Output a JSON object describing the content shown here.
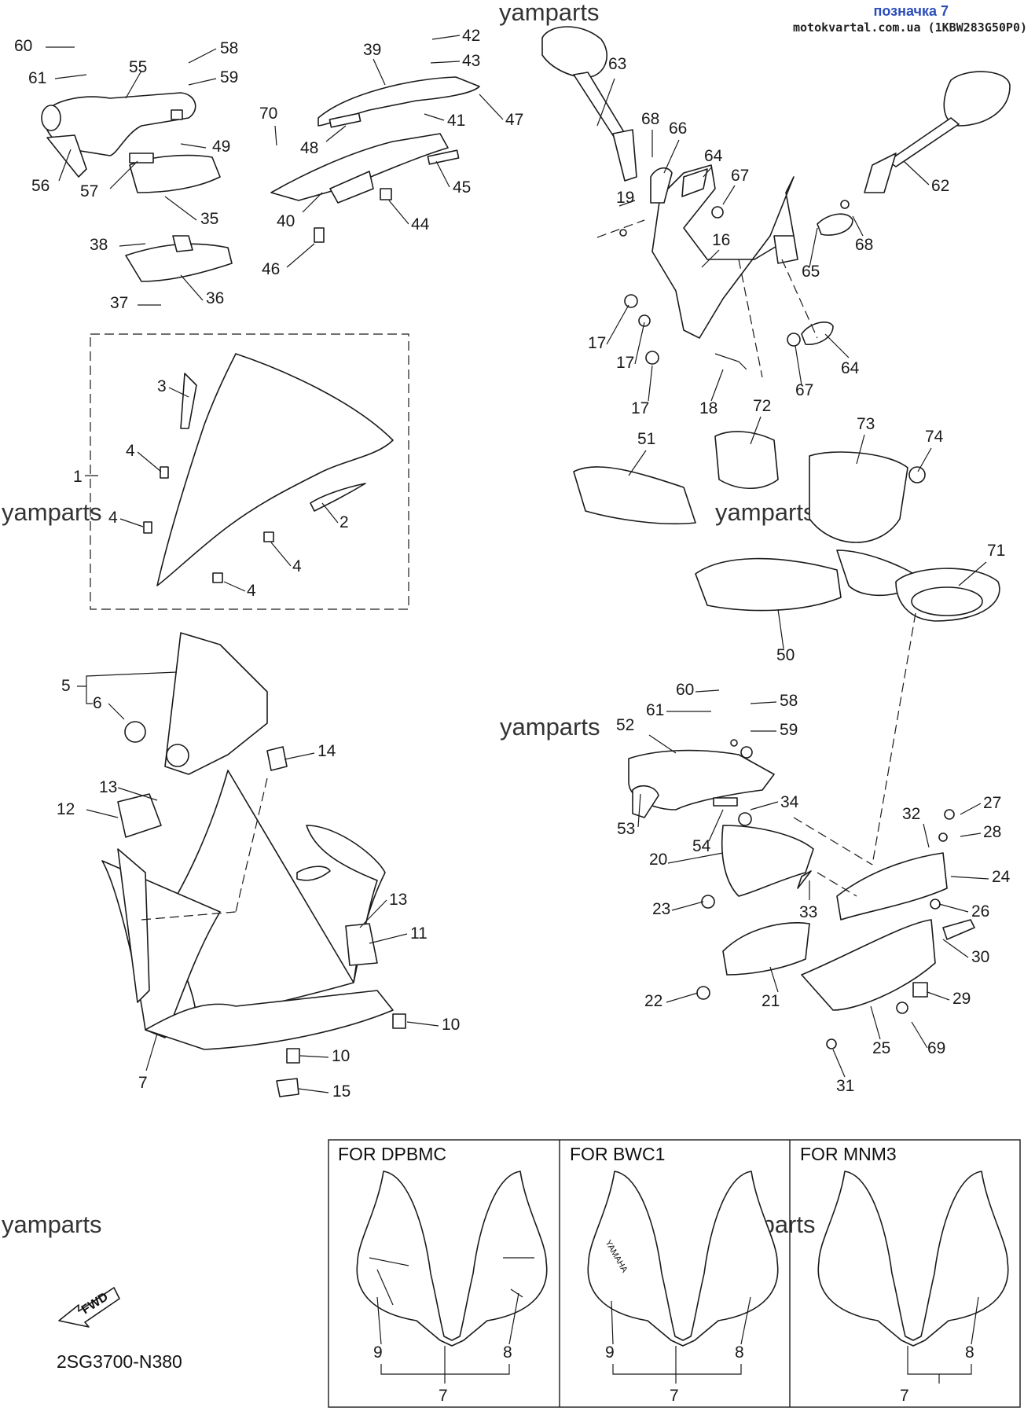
{
  "header": {
    "title": "позначка 7",
    "source": "motokvartal.com.ua (1KBW283G50P0)"
  },
  "watermarks": [
    "yamparts",
    "yamparts",
    "yamparts",
    "yamparts",
    "yamparts",
    "yamparts"
  ],
  "diagram_code": "2SG3700-N380",
  "fwd_label": "FWD",
  "labels": {
    "p1": "1",
    "p2": "2",
    "p3": "3",
    "p4a": "4",
    "p4b": "4",
    "p4c": "4",
    "p4d": "4",
    "p5": "5",
    "p6": "6",
    "p7": "7",
    "p10a": "10",
    "p10b": "10",
    "p11": "11",
    "p12": "12",
    "p13a": "13",
    "p13b": "13",
    "p14": "14",
    "p15": "15",
    "p16": "16",
    "p17a": "17",
    "p17b": "17",
    "p17c": "17",
    "p18": "18",
    "p19": "19",
    "p20": "20",
    "p21": "21",
    "p22": "22",
    "p23": "23",
    "p24": "24",
    "p25": "25",
    "p26": "26",
    "p27": "27",
    "p28": "28",
    "p29": "29",
    "p30": "30",
    "p31": "31",
    "p32": "32",
    "p33": "33",
    "p34": "34",
    "p35": "35",
    "p36": "36",
    "p37": "37",
    "p38": "38",
    "p39": "39",
    "p40": "40",
    "p41": "41",
    "p42": "42",
    "p43": "43",
    "p44": "44",
    "p45": "45",
    "p46": "46",
    "p47": "47",
    "p48": "48",
    "p49": "49",
    "p50": "50",
    "p51": "51",
    "p52": "52",
    "p53": "53",
    "p54": "54",
    "p55": "55",
    "p56": "56",
    "p57": "57",
    "p58a": "58",
    "p58b": "58",
    "p59a": "59",
    "p59b": "59",
    "p60a": "60",
    "p60b": "60",
    "p61a": "61",
    "p61b": "61",
    "p62": "62",
    "p63": "63",
    "p64a": "64",
    "p64b": "64",
    "p65": "65",
    "p66": "66",
    "p67a": "67",
    "p67b": "67",
    "p68a": "68",
    "p68b": "68",
    "p69": "69",
    "p70": "70",
    "p71": "71",
    "p72": "72",
    "p73": "73",
    "p74": "74"
  },
  "variants": [
    {
      "title": "FOR DPBMC",
      "left": "9",
      "right": "8",
      "bottom": "7"
    },
    {
      "title": "FOR BWC1",
      "left": "9",
      "right": "8",
      "bottom": "7",
      "decal": "YAMAHA"
    },
    {
      "title": "FOR MNM3",
      "right": "8",
      "bottom": "7"
    }
  ]
}
